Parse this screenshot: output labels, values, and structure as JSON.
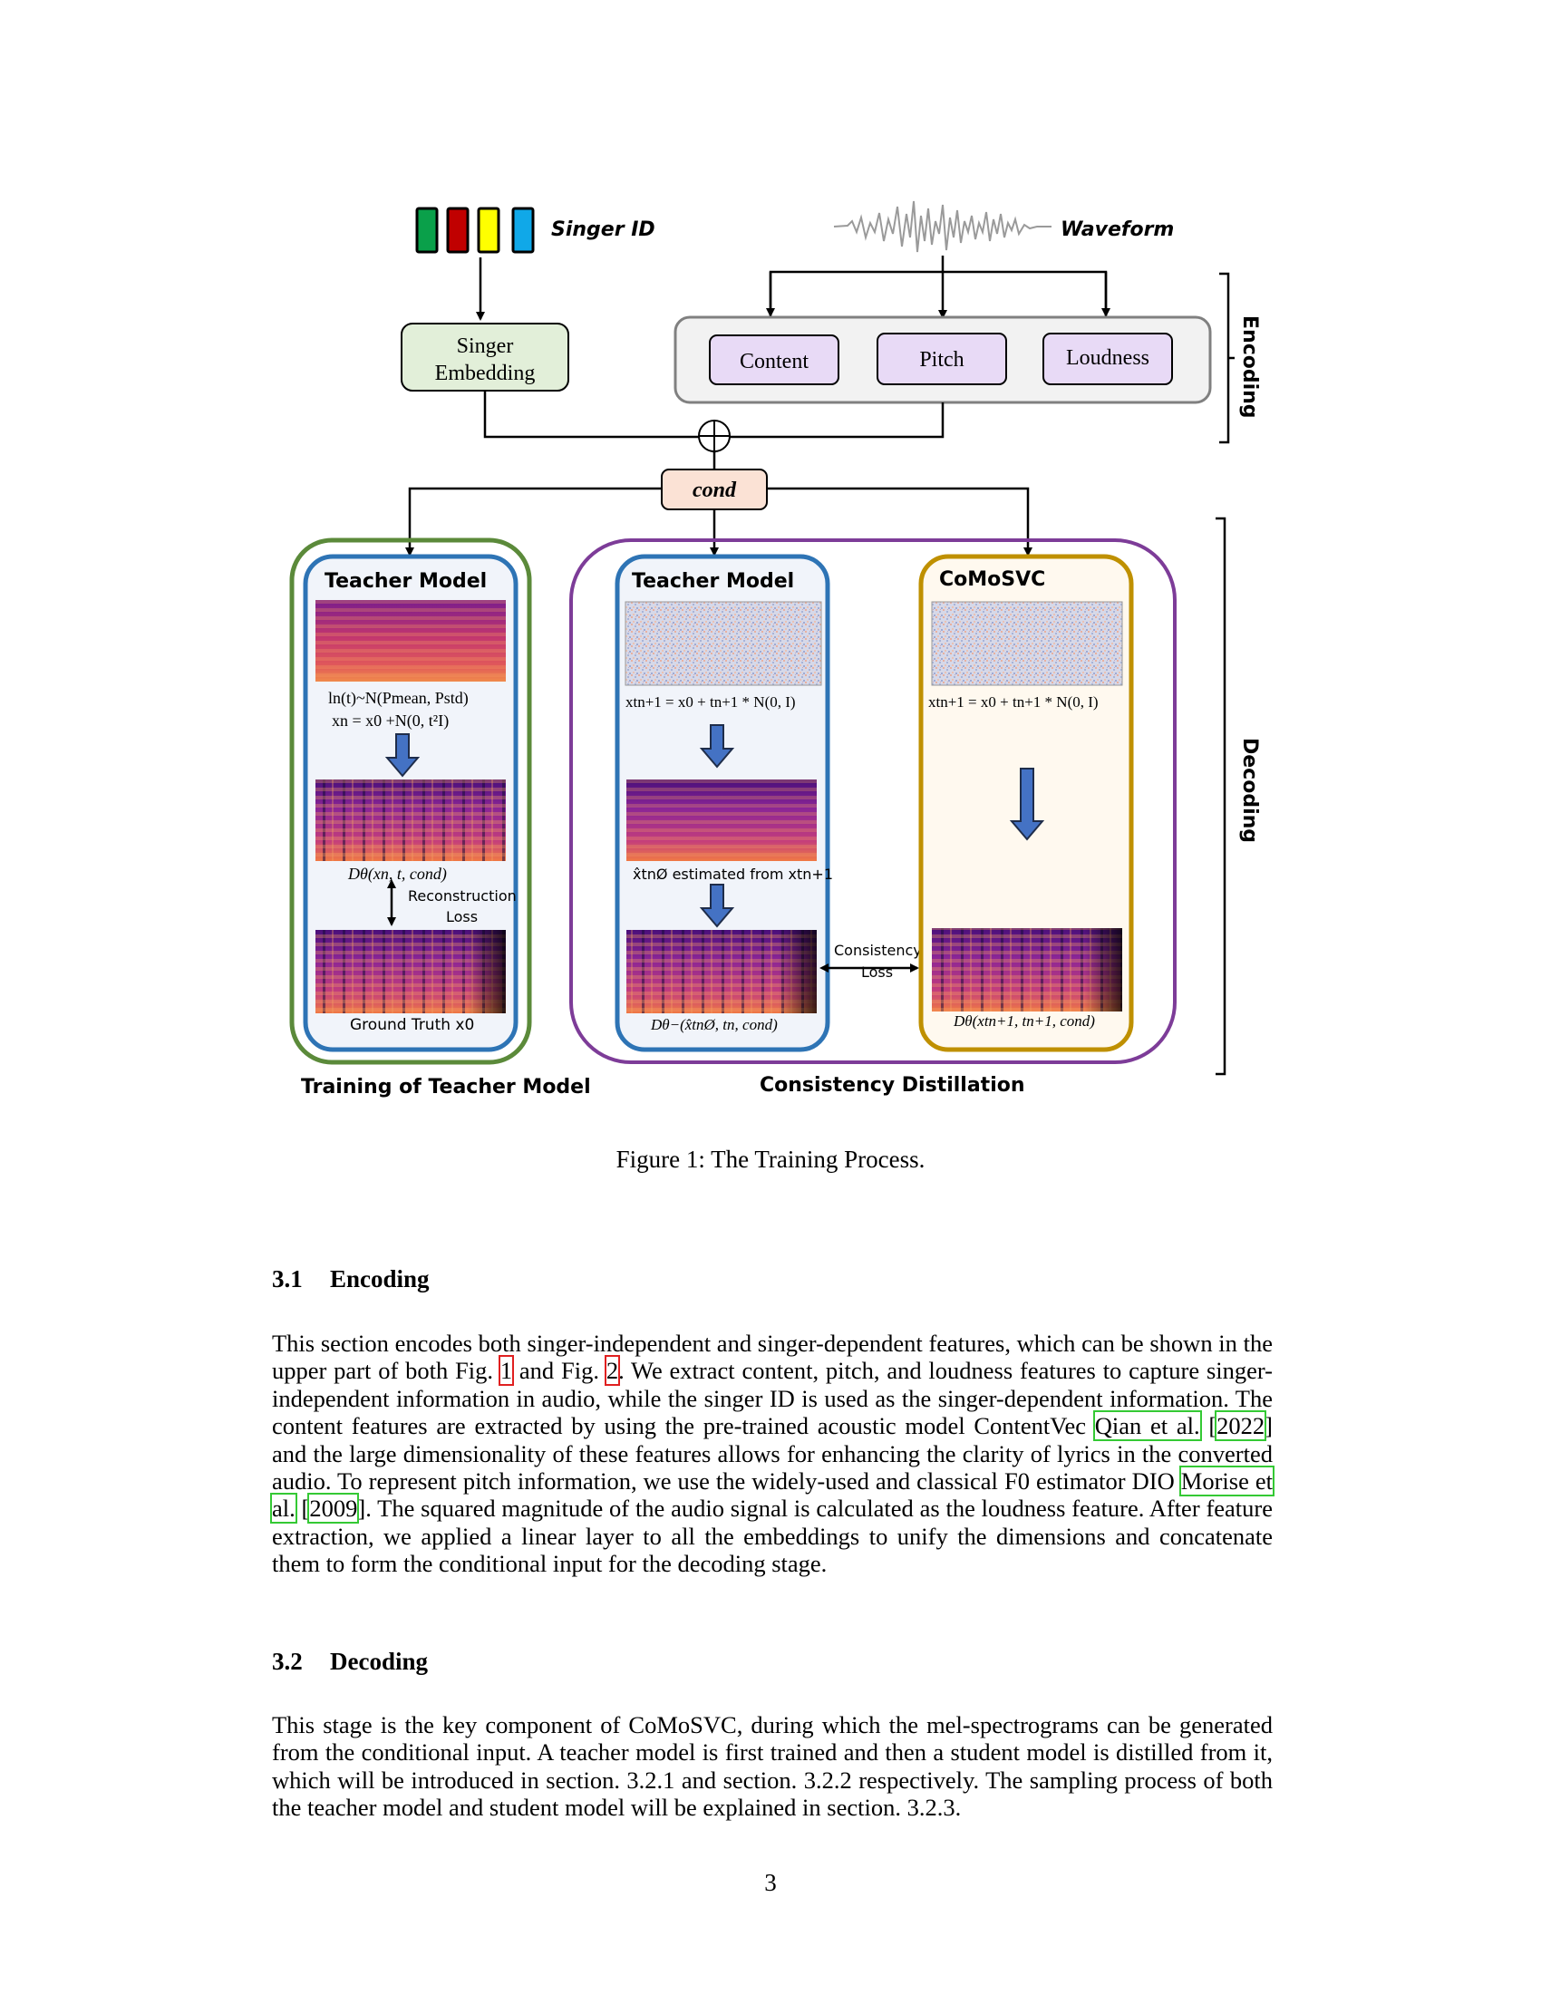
{
  "figure": {
    "singer_id_label": "Singer ID",
    "waveform_label": "Waveform",
    "singer_embedding_line1": "Singer",
    "singer_embedding_line2": "Embedding",
    "content_label": "Content",
    "pitch_label": "Pitch",
    "loudness_label": "Loudness",
    "encoding_label": "Encoding",
    "decoding_label": "Decoding",
    "cond_label": "cond",
    "teacher_left_title": "Teacher Model",
    "teacher_mid_title": "Teacher Model",
    "comosvc_title": "CoMoSVC",
    "eq_left_1": "ln(t)~N(Pmean, Pstd)",
    "eq_left_2": "xn = x0 +N(0, t²I)",
    "eq_left_3": "Dθ(xn, t, cond)",
    "reconstruction_loss_line1": "Reconstruction",
    "reconstruction_loss_line2": "Loss",
    "ground_truth": "Ground  Truth x0",
    "eq_mid_1": "xtn+1 = x0 + tn+1 * N(0, I)",
    "eq_mid_2": "x̂tnØ  estimated from xtn+1",
    "eq_mid_3": "Dθ−(x̂tnØ, tn, cond)",
    "consistency_loss_line1": "Consistency",
    "consistency_loss_line2": "Loss",
    "eq_right_1": "xtn+1 = x0 + tn+1 * N(0, I)",
    "eq_right_2": "Dθ(xtn+1, tn+1, cond)",
    "training_teacher_label": "Training of Teacher Model",
    "consistency_distillation_label": "Consistency Distillation",
    "singer_id_colors": [
      "#0aa04a",
      "#c00000",
      "#ffff00",
      "#10a8e8"
    ]
  },
  "caption": "Figure 1: The Training Process.",
  "sections": [
    {
      "number": "3.1",
      "title": "Encoding",
      "paragraph": {
        "p1": "This section encodes both singer-independent and singer-dependent features, which can be shown in the upper part of both Fig. ",
        "ref1": "1",
        "p2": " and Fig. ",
        "ref2": "2",
        "p3": ". We extract content, pitch, and loudness features to capture singer-independent information in audio, while the singer ID is used as the singer-dependent information. The content features are extracted by using the pre-trained acoustic model ContentVec ",
        "cite1a": "Qian et al.",
        "mid1": " [",
        "cite1b": "2022",
        "p4": "] and the large dimensionality of these features allows for enhancing the clarity of lyrics in the converted audio. To represent pitch information, we use the widely-used and classical F0 estimator DIO ",
        "cite2a": "Morise et al.",
        "mid2": " [",
        "cite2b": "2009",
        "p5": "]. The squared magnitude of the audio signal is calculated as the loudness feature. After feature extraction, we applied a linear layer to all the embeddings to unify the dimensions and concatenate them to form the conditional input for the decoding stage."
      }
    },
    {
      "number": "3.2",
      "title": "Decoding",
      "paragraph": {
        "text": "This stage is the key component of CoMoSVC, during which the mel-spectrograms can be generated from the conditional input. A teacher model is first trained and then a student model is distilled from it, which will be introduced in section. 3.2.1 and section. 3.2.2 respectively. The sampling process of both the teacher model and student model will be explained in section. 3.2.3."
      }
    }
  ],
  "page_number": "3"
}
